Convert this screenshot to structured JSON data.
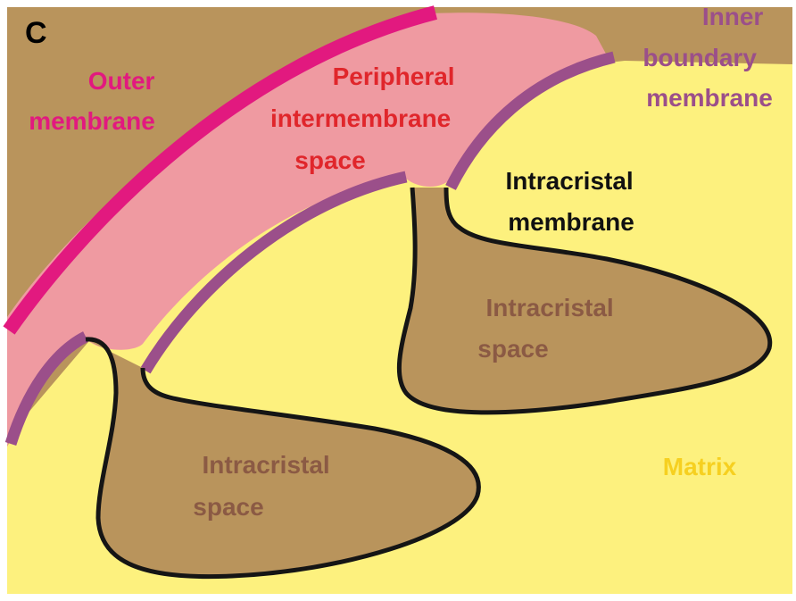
{
  "figure": {
    "panel_letter": "C",
    "colors": {
      "background_frame": "#ffffff",
      "cytosol_brown": "#b9945c",
      "matrix_yellow": "#fdf17e",
      "intermembrane_pink": "#ef9aa1",
      "outer_membrane": "#e2197f",
      "inner_boundary_membrane": "#9b4f8a",
      "intracristal_membrane": "#151515",
      "intracristal_space": "#b9945c"
    },
    "labels": {
      "outer_membrane": [
        "Outer",
        "membrane"
      ],
      "peripheral_space": [
        "Peripheral",
        "intermembrane",
        "space"
      ],
      "inner_boundary_membrane": [
        "Inner",
        "boundary",
        "membrane"
      ],
      "intracristal_membrane": [
        "Intracristal",
        "membrane"
      ],
      "intracristal_space_right": [
        "Intracristal",
        "space"
      ],
      "intracristal_space_left": [
        "Intracristal",
        "space"
      ],
      "matrix": "Matrix"
    },
    "label_colors": {
      "outer_membrane": "#e2197f",
      "peripheral_space": "#e0262b",
      "inner_boundary_membrane": "#9b4f8a",
      "intracristal_membrane": "#111111",
      "intracristal_space": "#8b5a44",
      "matrix": "#f6d020"
    }
  }
}
